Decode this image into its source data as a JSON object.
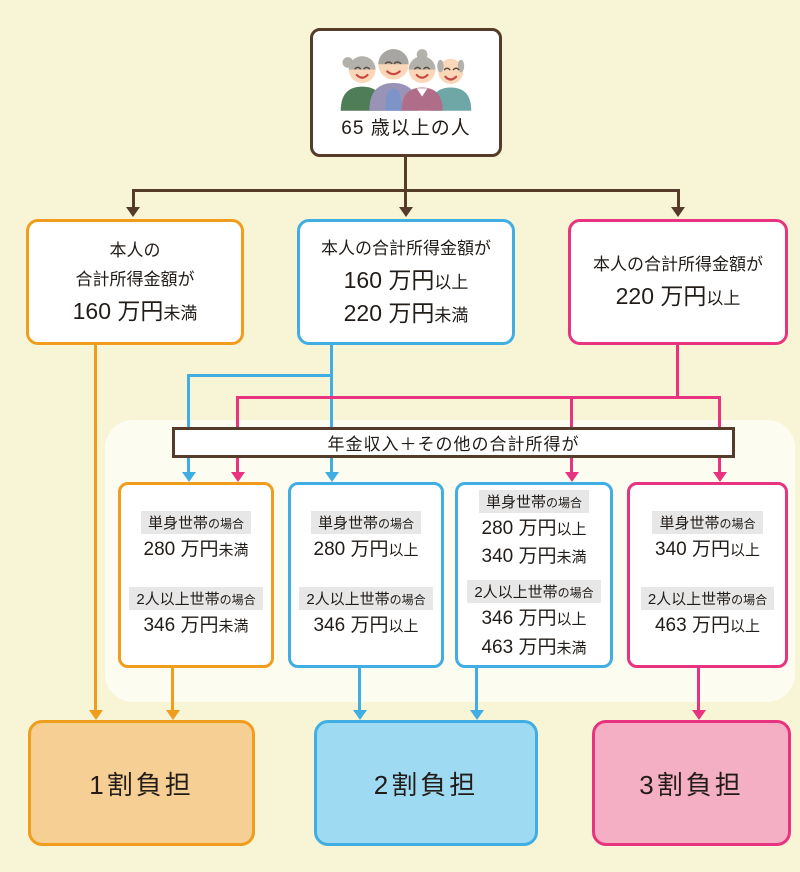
{
  "colors": {
    "page_background": "#f8f5d6",
    "panel_background": "#fdfcf1",
    "brown": "#553b2a",
    "orange": "#f09d1e",
    "blue": "#41aee3",
    "pink": "#e83380",
    "orange_fill": "#f6cf94",
    "blue_fill": "#9edaf2",
    "pink_fill": "#f5afc4",
    "label_background": "#e7e7e7"
  },
  "root_box": {
    "label": "65 歳以上の人",
    "illustration": "elderly-people-illustration"
  },
  "income_boxes": [
    {
      "line1": "本人の",
      "line2": "合計所得金額が",
      "amounts": [
        {
          "value": "160 万円",
          "suffix": "未満"
        }
      ]
    },
    {
      "line1": "本人の合計所得金額が",
      "amounts": [
        {
          "value": "160 万円",
          "suffix": "以上"
        },
        {
          "value": "220 万円",
          "suffix": "未満"
        }
      ]
    },
    {
      "line1": "本人の合計所得金額が",
      "amounts": [
        {
          "value": "220 万円",
          "suffix": "以上"
        }
      ]
    }
  ],
  "pension_band": {
    "label": "年金収入＋その他の合計所得が"
  },
  "household_boxes": [
    {
      "single": {
        "label": "単身世帯",
        "label_suffix": "の場合",
        "amounts": [
          {
            "value": "280 万円",
            "suffix": "未満"
          }
        ]
      },
      "multi": {
        "label": "2人以上世帯",
        "label_suffix": "の場合",
        "amounts": [
          {
            "value": "346 万円",
            "suffix": "未満"
          }
        ]
      }
    },
    {
      "single": {
        "label": "単身世帯",
        "label_suffix": "の場合",
        "amounts": [
          {
            "value": "280 万円",
            "suffix": "以上"
          }
        ]
      },
      "multi": {
        "label": "2人以上世帯",
        "label_suffix": "の場合",
        "amounts": [
          {
            "value": "346 万円",
            "suffix": "以上"
          }
        ]
      }
    },
    {
      "single": {
        "label": "単身世帯",
        "label_suffix": "の場合",
        "amounts": [
          {
            "value": "280 万円",
            "suffix": "以上"
          },
          {
            "value": "340 万円",
            "suffix": "未満"
          }
        ]
      },
      "multi": {
        "label": "2人以上世帯",
        "label_suffix": "の場合",
        "amounts": [
          {
            "value": "346 万円",
            "suffix": "以上"
          },
          {
            "value": "463 万円",
            "suffix": "未満"
          }
        ]
      }
    },
    {
      "single": {
        "label": "単身世帯",
        "label_suffix": "の場合",
        "amounts": [
          {
            "value": "340 万円",
            "suffix": "以上"
          }
        ]
      },
      "multi": {
        "label": "2人以上世帯",
        "label_suffix": "の場合",
        "amounts": [
          {
            "value": "463 万円",
            "suffix": "以上"
          }
        ]
      }
    }
  ],
  "results": [
    {
      "label": "1割負担"
    },
    {
      "label": "2割負担"
    },
    {
      "label": "3割負担"
    }
  ]
}
